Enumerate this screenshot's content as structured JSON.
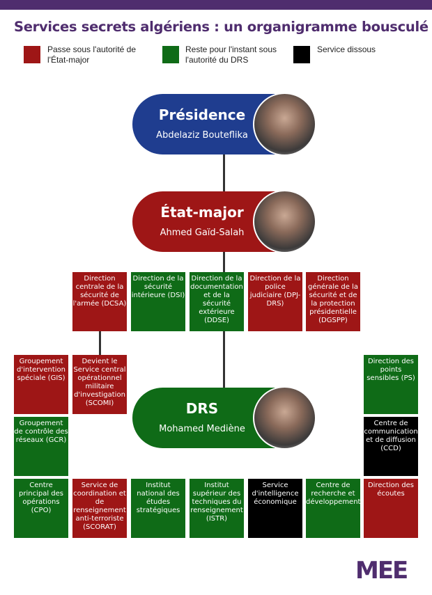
{
  "title": "Services secrets algériens : un organigramme bousculé",
  "legend": [
    {
      "label": "Passe sous l'autorité de l'État-major",
      "color": "#9e1616"
    },
    {
      "label": "Reste pour l'instant sous l'autorité du DRS",
      "color": "#0f6b17"
    },
    {
      "label": "Service dissous",
      "color": "#000000"
    }
  ],
  "nodes": {
    "presidence": {
      "name": "Présidence",
      "person": "Abdelaziz Bouteflika",
      "color": "#1f3d8f"
    },
    "etat_major": {
      "name": "État-major",
      "person": "Ahmed Gaïd-Salah",
      "color": "#9e1616"
    },
    "drs": {
      "name": "DRS",
      "person": "Mohamed Mediène",
      "color": "#0f6b17"
    }
  },
  "row1": [
    "Direction centrale de la sécurité de l'armée (DCSA)",
    "Direction de la sécurité intérieure (DSI)",
    "Direction de la documentation et de la sécurité extérieure (DDSE)",
    "Direction de la police judiciaire (DPJ-DRS)",
    "Direction générale de la sécurité et de la protection présidentielle (DGSPP)"
  ],
  "side": [
    "Groupement d'intervention spéciale (GIS)",
    "Devient le Service central opérationnel militaire d'investigation (SCOMI)",
    "Groupement de contrôle des réseaux (GCR)",
    "Direction des points sensibles (PS)",
    "Centre de communication et de diffusion (CCD)"
  ],
  "row3": [
    "Centre principal des opérations (CPO)",
    "Service de coordination et de renseignement anti-terroriste (SCORAT)",
    "Institut national des études stratégiques",
    "Institut supérieur des techniques du renseignement (ISTR)",
    "Service d'intelligence économique",
    "Centre de recherche et développement",
    "Direction des écoutes"
  ],
  "logo": "MEE"
}
